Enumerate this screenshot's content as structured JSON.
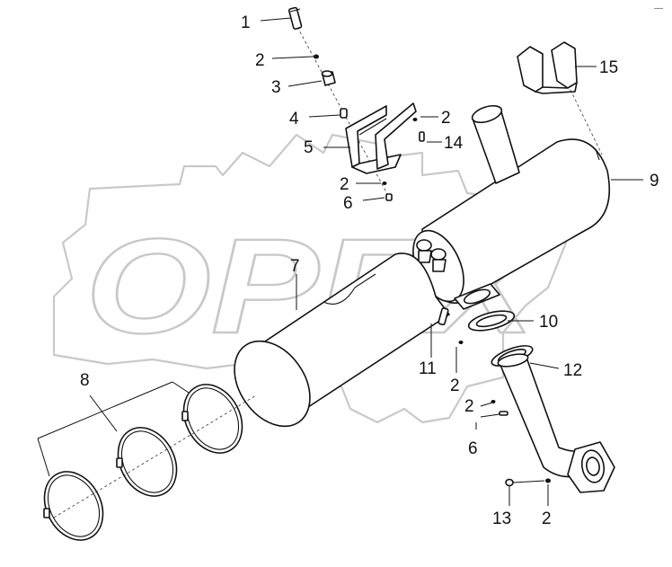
{
  "watermark": {
    "text": "OPEX",
    "color": "#c9c9c9"
  },
  "corner_mark": "—",
  "callouts": [
    {
      "id": "1",
      "label": "1"
    },
    {
      "id": "2a",
      "label": "2"
    },
    {
      "id": "3",
      "label": "3"
    },
    {
      "id": "4",
      "label": "4"
    },
    {
      "id": "2b",
      "label": "2"
    },
    {
      "id": "5",
      "label": "5"
    },
    {
      "id": "14",
      "label": "14"
    },
    {
      "id": "2c",
      "label": "2"
    },
    {
      "id": "6a",
      "label": "6"
    },
    {
      "id": "15",
      "label": "15"
    },
    {
      "id": "9",
      "label": "9"
    },
    {
      "id": "7",
      "label": "7"
    },
    {
      "id": "10",
      "label": "10"
    },
    {
      "id": "11",
      "label": "11"
    },
    {
      "id": "12",
      "label": "12"
    },
    {
      "id": "2d",
      "label": "2"
    },
    {
      "id": "2e",
      "label": "2"
    },
    {
      "id": "6b",
      "label": "6"
    },
    {
      "id": "8",
      "label": "8"
    },
    {
      "id": "13",
      "label": "13"
    },
    {
      "id": "2f",
      "label": "2"
    }
  ]
}
